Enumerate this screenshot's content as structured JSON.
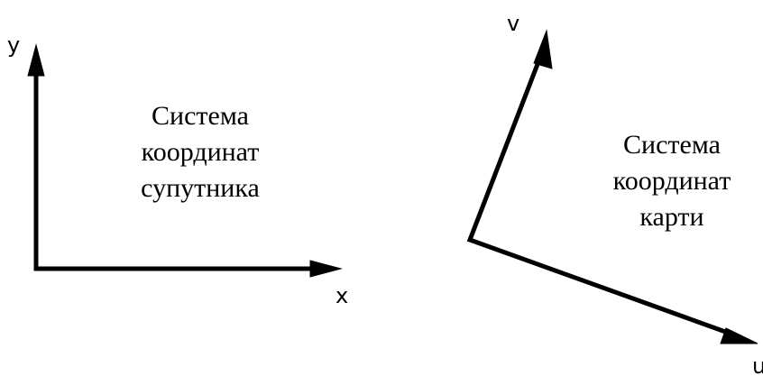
{
  "satellite_system": {
    "axis_y_label": "y",
    "axis_x_label": "x",
    "caption_lines": [
      "Система",
      "координат",
      "супутника"
    ]
  },
  "map_system": {
    "axis_v_label": "v",
    "axis_u_label": "u",
    "caption_lines": [
      "Система",
      "координат",
      "карти"
    ]
  },
  "colors": {
    "stroke": "#000000",
    "background": "#ffffff"
  }
}
